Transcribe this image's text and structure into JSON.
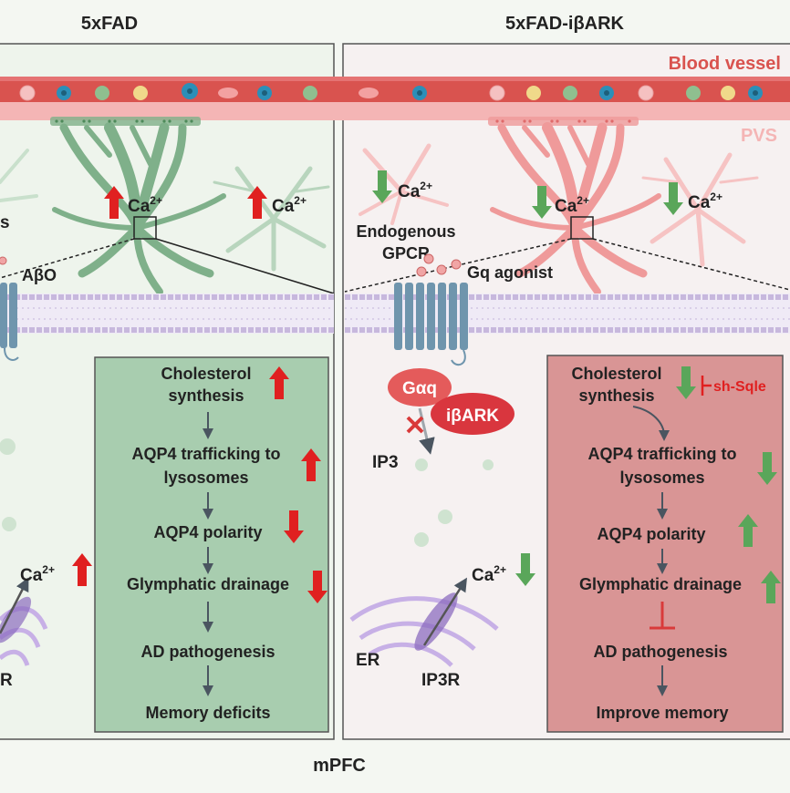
{
  "left": {
    "title": "5xFAD",
    "ca": "Ca",
    "ca_sup": "2+",
    "abeta": "AβO",
    "partial_s": "s",
    "partial_r": "R",
    "flow": [
      "Cholesterol",
      "synthesis",
      "AQP4 trafficking to",
      "lysosomes",
      "AQP4 polarity",
      "Glymphatic drainage",
      "AD pathogenesis",
      "Memory deficits"
    ]
  },
  "right": {
    "title": "5xFAD-iβARK",
    "blood_vessel": "Blood vessel",
    "pvs": "PVS",
    "ca": "Ca",
    "ca_sup": "2+",
    "endogenous": "Endogenous",
    "gpcr": "GPCR",
    "gq_agonist": "Gq agonist",
    "galpha": "Gαq",
    "ibark": "iβARK",
    "ip3": "IP3",
    "er": "ER",
    "ip3r": "IP3R",
    "sh_sqle": "sh-Sqle",
    "flow": [
      "Cholesterol",
      "synthesis",
      "AQP4 trafficking to",
      "lysosomes",
      "AQP4 polarity",
      "Glymphatic drainage",
      "AD pathogenesis",
      "Improve memory"
    ]
  },
  "footer": "mPFC",
  "colors": {
    "green_cell": "#7fb08a",
    "pink_cell": "#ef9a9a",
    "vessel": "#d9534f",
    "up_arrow": "#e02020",
    "down_arrow": "#5aa65a",
    "membrane": "#c7b8dd",
    "receptor": "#6f95ad"
  }
}
